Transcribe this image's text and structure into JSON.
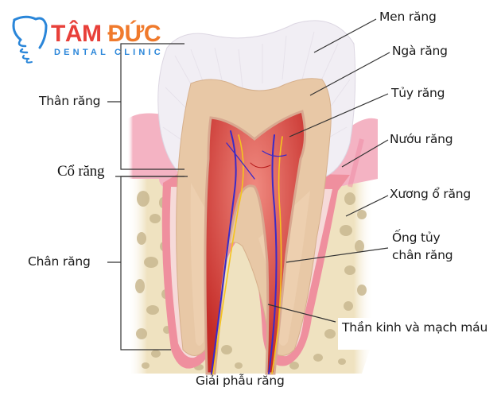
{
  "logo": {
    "title_part1": "TÂM",
    "title_part2": "ĐỨC",
    "subtitle": "DENTAL CLINIC",
    "icon": "tooth-implant-icon",
    "colors": {
      "red": "#e8403a",
      "orange": "#f07a2c",
      "blue": "#2a86d9"
    }
  },
  "diagram": {
    "title": "Giải phẫu răng",
    "left_labels": {
      "crown": "Thân răng",
      "neck": "Cổ răng",
      "root": "Chân răng"
    },
    "right_labels": {
      "enamel": "Men răng",
      "dentin": "Ngà răng",
      "pulp": "Tủy răng",
      "gum": "Nướu răng",
      "alveolar_bone": "Xương ổ răng",
      "root_canal_line1": "Ống tủy",
      "root_canal_line2": "chân răng",
      "nerves_vessels": "Thần kinh và mạch máu"
    },
    "colors": {
      "enamel": "#f1eef4",
      "dentin": "#e8c8a6",
      "pulp": "#c8302c",
      "gum": "#f2a6b8",
      "bone": "#efe2c0",
      "bone_holes": "#c9b890",
      "nerve_blue": "#3a2ac8",
      "nerve_yellow": "#f5c41e",
      "leader_line": "#333333"
    }
  }
}
